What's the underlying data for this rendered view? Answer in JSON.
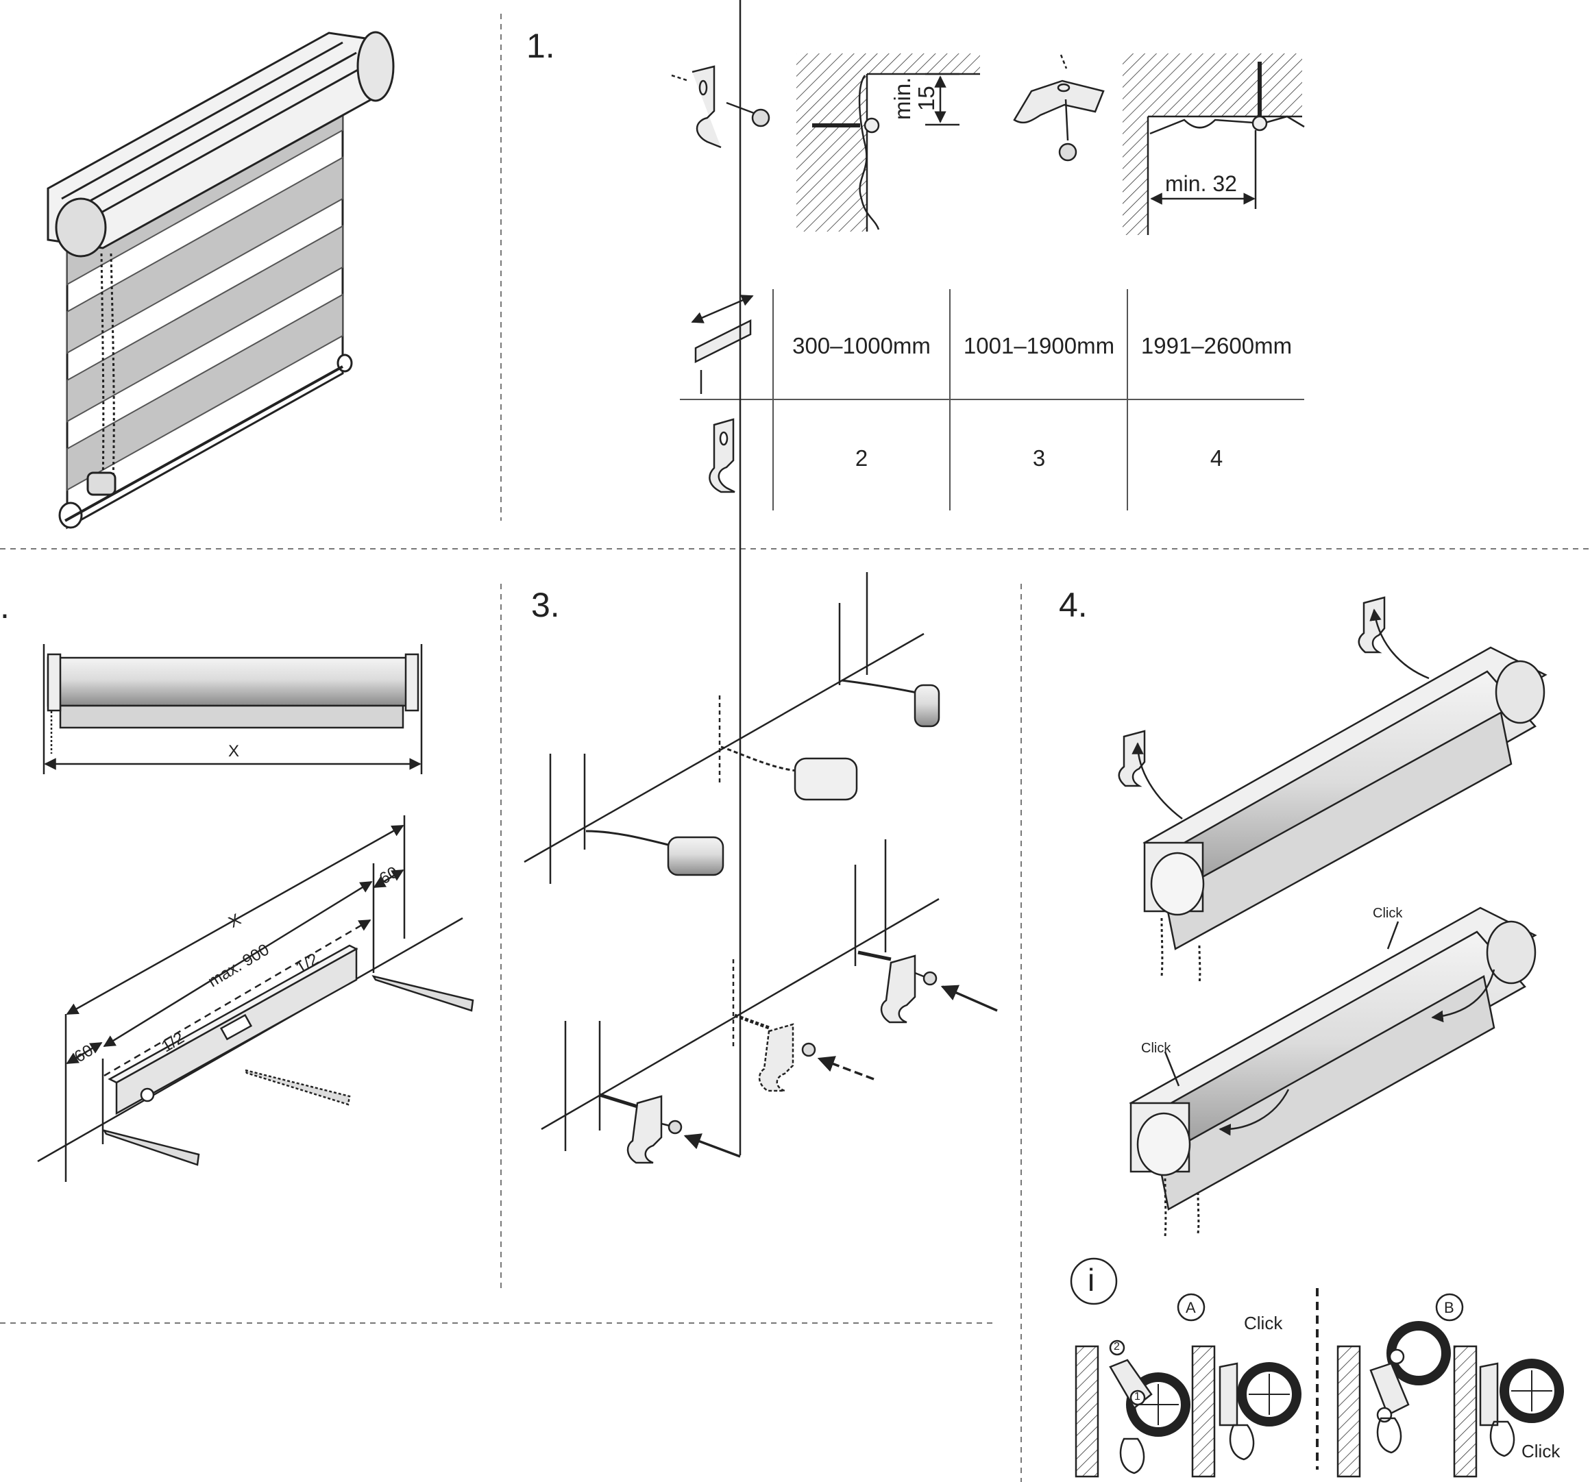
{
  "steps": {
    "step1": "1.",
    "step2": ".",
    "step3": "3.",
    "step4": "4."
  },
  "bracket_dims": {
    "wall_min": "min.",
    "wall_value": "15",
    "ceiling": "min. 32"
  },
  "table": {
    "width_ranges": [
      "300–1000mm",
      "1001–1900mm",
      "1991–2600mm"
    ],
    "bracket_counts": [
      "2",
      "3",
      "4"
    ]
  },
  "measure": {
    "x_top": "X",
    "x_bottom": "X",
    "max": "max. 900",
    "half_left": "1/2",
    "half_right": "1/2",
    "offset_left": "60",
    "offset_right": "60"
  },
  "step4_labels": {
    "click_top": "Click",
    "click_left": "Click"
  },
  "info": {
    "icon": "i",
    "variant_a": "A",
    "variant_b": "B",
    "click_a": "Click",
    "click_b": "Click",
    "num_1": "1",
    "num_2": "2"
  },
  "colors": {
    "line": "#222222",
    "fabric": "#c9c9c9",
    "fabric_dark": "#9d9d9d",
    "metal": "#e4e4e4"
  }
}
